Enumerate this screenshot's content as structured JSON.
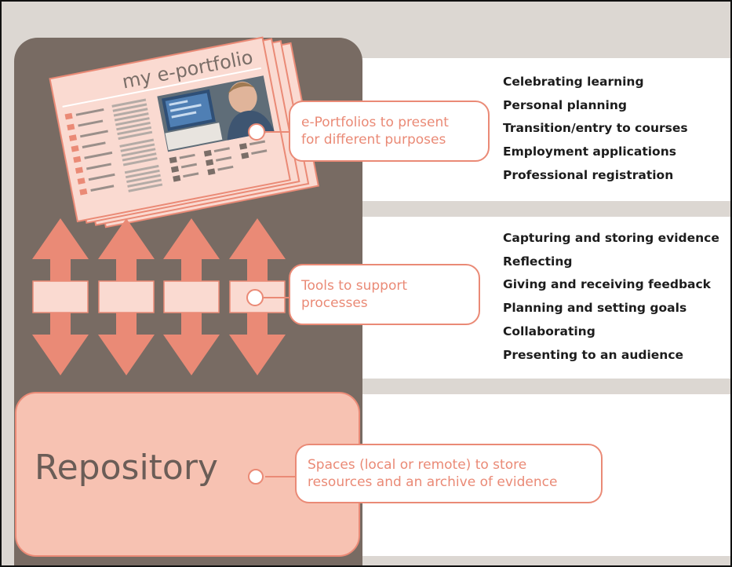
{
  "portfolio": {
    "title": "my e-portfolio"
  },
  "purposes": {
    "callout": [
      "e-Portfolios to present",
      "for different purposes"
    ],
    "items": [
      "Celebrating learning",
      "Personal planning",
      "Transition/entry to courses",
      "Employment applications",
      "Professional registration"
    ]
  },
  "tools": {
    "callout": [
      "Tools to support",
      "processes"
    ],
    "items": [
      "Capturing and storing evidence",
      "Reflecting",
      "Giving and receiving feedback",
      "Planning and setting goals",
      "Collaborating",
      "Presenting to an audience"
    ]
  },
  "repository": {
    "label": "Repository",
    "callout": [
      "Spaces (local or remote) to store",
      "resources and an archive of evidence"
    ]
  },
  "colors": {
    "brown": "#786b63",
    "salmon": "#ea8a76",
    "pale_pink": "#fadad1",
    "repository_fill": "#f7c2b2",
    "background": "#dcd7d2"
  },
  "icons": [
    "photo-student-at-computer",
    "double-headed-arrow"
  ]
}
